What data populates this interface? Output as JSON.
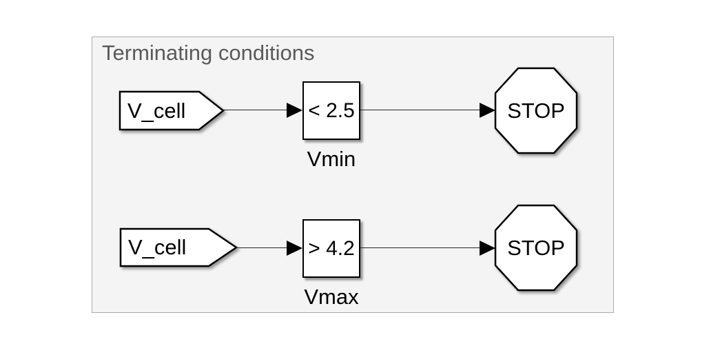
{
  "diagram": {
    "title": "Terminating conditions",
    "rows": [
      {
        "source": "V_cell",
        "operator": "< 2.5",
        "block_name": "Vmin",
        "sink": "STOP"
      },
      {
        "source": "V_cell",
        "operator": "> 4.2",
        "block_name": "Vmax",
        "sink": "STOP"
      }
    ]
  },
  "colors": {
    "area_background": "#f4f4f4",
    "area_border": "#ababab",
    "title_text": "#5a5a5a",
    "block_fill": "#ffffff",
    "block_border": "#000000",
    "wire": "#262626"
  }
}
